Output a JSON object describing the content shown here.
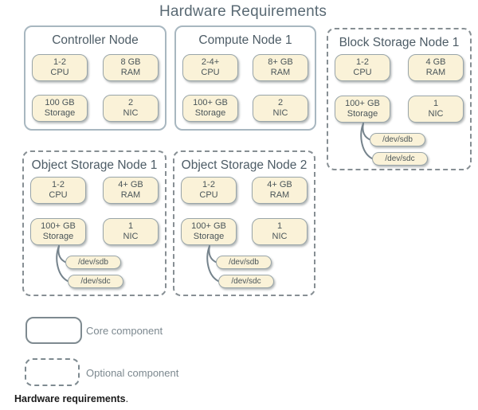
{
  "title": "Hardware Requirements",
  "nodes": [
    {
      "name": "Controller Node",
      "type": "core",
      "boxes": [
        {
          "line1": "1-2",
          "line2": "CPU"
        },
        {
          "line1": "8 GB",
          "line2": "RAM"
        },
        {
          "line1": "100 GB",
          "line2": "Storage"
        },
        {
          "line1": "2",
          "line2": "NIC"
        }
      ]
    },
    {
      "name": "Compute Node 1",
      "type": "core",
      "boxes": [
        {
          "line1": "2-4+",
          "line2": "CPU"
        },
        {
          "line1": "8+ GB",
          "line2": "RAM"
        },
        {
          "line1": "100+ GB",
          "line2": "Storage"
        },
        {
          "line1": "2",
          "line2": "NIC"
        }
      ]
    },
    {
      "name": "Block Storage Node 1",
      "type": "optional",
      "boxes": [
        {
          "line1": "1-2",
          "line2": "CPU"
        },
        {
          "line1": "4 GB",
          "line2": "RAM"
        },
        {
          "line1": "100+ GB",
          "line2": "Storage"
        },
        {
          "line1": "1",
          "line2": "NIC"
        }
      ],
      "disks": [
        "/dev/sdb",
        "/dev/sdc"
      ]
    },
    {
      "name": "Object Storage Node 1",
      "type": "optional",
      "boxes": [
        {
          "line1": "1-2",
          "line2": "CPU"
        },
        {
          "line1": "4+ GB",
          "line2": "RAM"
        },
        {
          "line1": "100+ GB",
          "line2": "Storage"
        },
        {
          "line1": "1",
          "line2": "NIC"
        }
      ],
      "disks": [
        "/dev/sdb",
        "/dev/sdc"
      ]
    },
    {
      "name": "Object Storage Node 2",
      "type": "optional",
      "boxes": [
        {
          "line1": "1-2",
          "line2": "CPU"
        },
        {
          "line1": "4+ GB",
          "line2": "RAM"
        },
        {
          "line1": "100+ GB",
          "line2": "Storage"
        },
        {
          "line1": "1",
          "line2": "NIC"
        }
      ],
      "disks": [
        "/dev/sdb",
        "/dev/sdc"
      ]
    }
  ],
  "legend": {
    "core_label": "Core component",
    "optional_label": "Optional component"
  },
  "caption": {
    "text": "Hardware requirements",
    "period": "."
  },
  "colors": {
    "component_fill": "#FAF2D8",
    "component_border": "#99A5A9",
    "core_node_border": "#A8B7C0",
    "optional_node_border": "#878F94",
    "heading_text": "#5A6A74",
    "node_title_text": "#4D5C66",
    "component_text": "#4A5559",
    "legend_text": "#7C888F",
    "connector_line": "#75838C",
    "caption_text": "#1B1B1B"
  }
}
